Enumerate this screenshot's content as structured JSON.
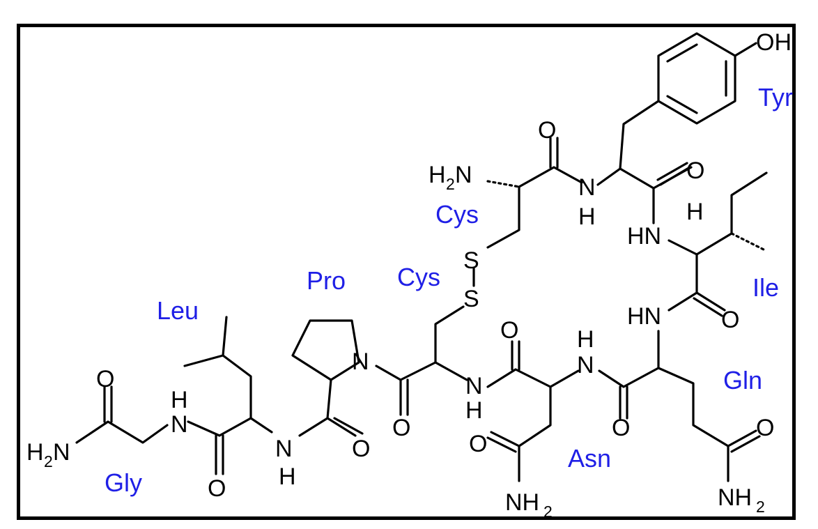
{
  "atoms": {
    "OH": "OH",
    "H2N_top_main": "H",
    "H2N_top_sub": "2",
    "H2N_top_N": "N",
    "O": "O",
    "N": "N",
    "H": "H",
    "S": "S",
    "NH": "NH",
    "HN": "HN",
    "H2N_left_main": "H",
    "H2N_left_sub": "2",
    "H2N_left_N": "N",
    "NH2_main": "NH",
    "NH2_sub": "2"
  },
  "residues": {
    "tyr": "Tyr",
    "cys_top": "Cys",
    "cys_bottom": "Cys",
    "ile": "Ile",
    "pro": "Pro",
    "leu": "Leu",
    "gln": "Gln",
    "asn": "Asn",
    "gly": "Gly"
  },
  "colors": {
    "residue_label": "#1f1fe6",
    "bond": "#000000"
  }
}
